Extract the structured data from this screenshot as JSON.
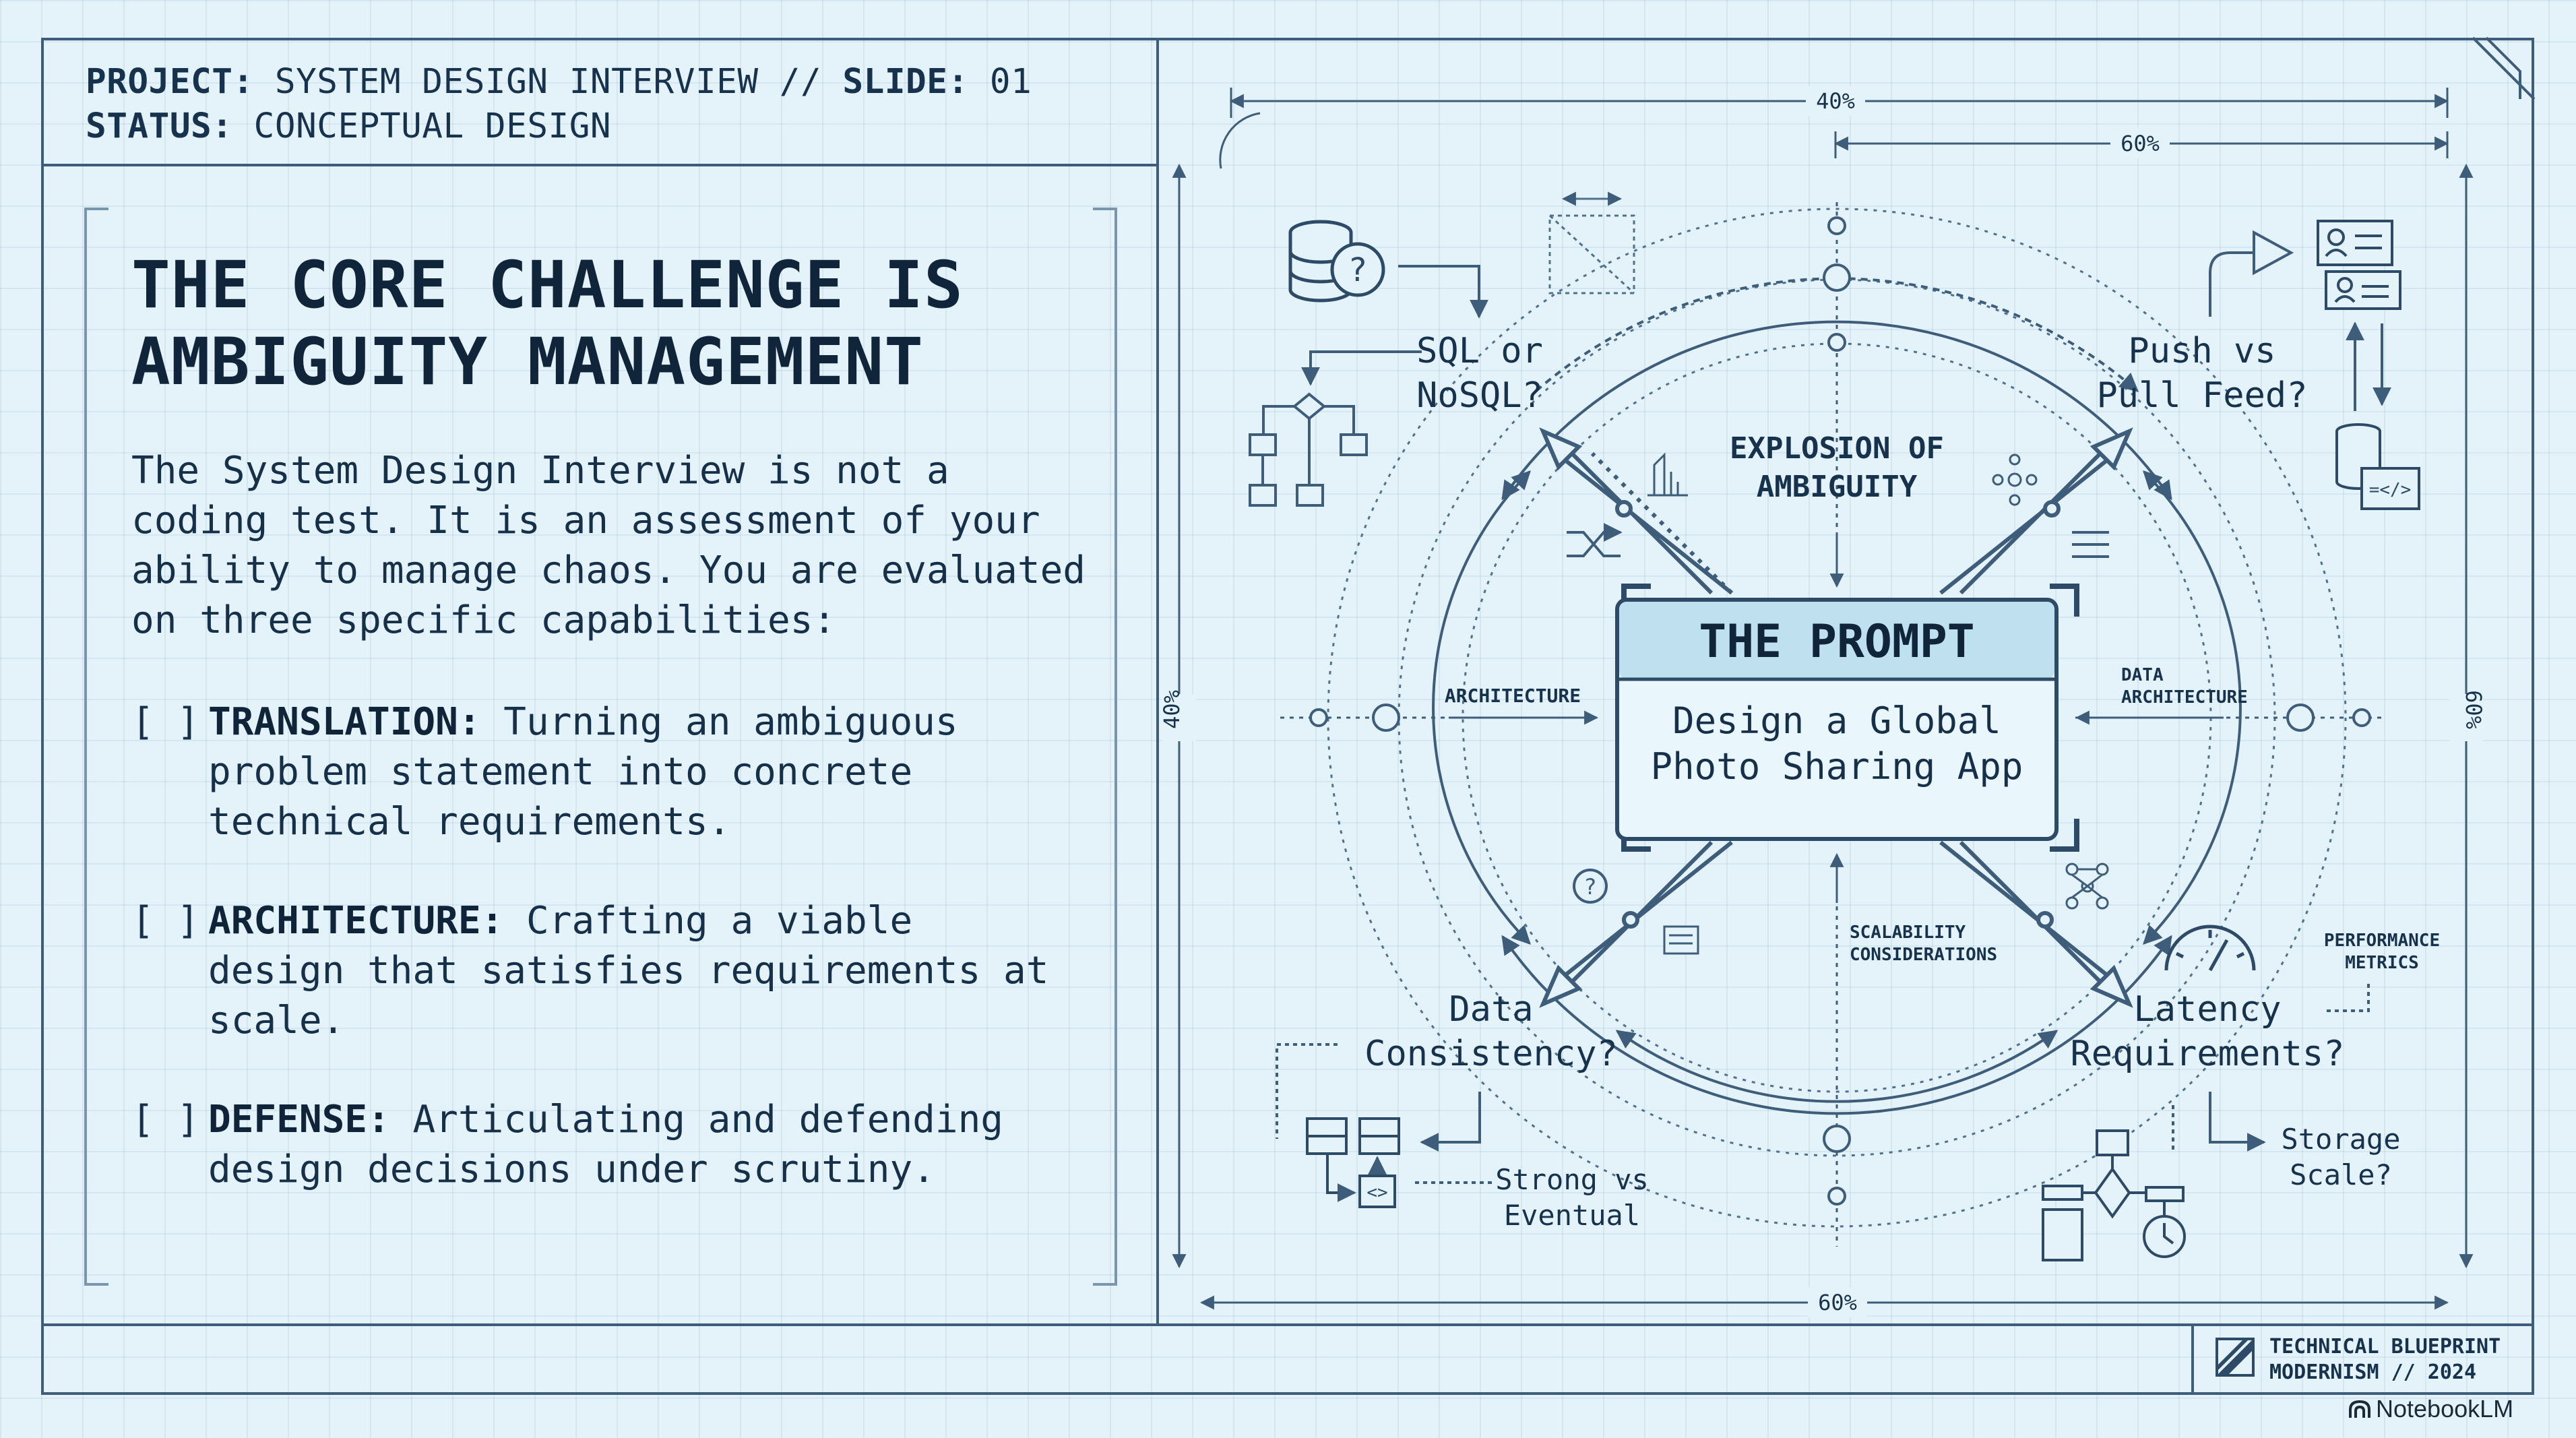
{
  "header": {
    "project_label": "PROJECT:",
    "project_value": "SYSTEM DESIGN INTERVIEW //",
    "slide_label": "SLIDE:",
    "slide_value": "01",
    "status_label": "STATUS:",
    "status_value": "CONCEPTUAL DESIGN"
  },
  "left": {
    "title_lines": [
      "THE CORE CHALLENGE IS",
      "AMBIGUITY MANAGEMENT"
    ],
    "intro_lines": [
      "The System Design Interview is not a",
      "coding test. It is an assessment of your",
      "ability to manage chaos. You are evaluated",
      "on three specific capabilities:"
    ],
    "checkbox": "[ ]",
    "capabilities": [
      {
        "name": "TRANSLATION:",
        "lines": [
          "Turning an ambiguous",
          "problem statement into concrete",
          "technical requirements."
        ]
      },
      {
        "name": "ARCHITECTURE:",
        "lines": [
          "Crafting a viable",
          "design that satisfies requirements at",
          "scale."
        ]
      },
      {
        "name": "DEFENSE:",
        "lines": [
          "Articulating and defending",
          "design decisions under scrutiny."
        ]
      }
    ]
  },
  "diagram": {
    "prompt_title": "THE PROMPT",
    "prompt_lines": [
      "Design a Global",
      "Photo Sharing App"
    ],
    "explosion_lines": [
      "EXPLOSION OF",
      "AMBIGUITY"
    ],
    "sql_lines": [
      "SQL or",
      "NoSQL?"
    ],
    "push_lines": [
      "Push vs",
      "Pull Feed?"
    ],
    "consistency_lines": [
      "Data",
      "Consistency?"
    ],
    "latency_lines": [
      "Latency",
      "Requirements?"
    ],
    "strong_lines": [
      "Strong vs",
      "Eventual"
    ],
    "storage_lines": [
      "Storage",
      "Scale?"
    ],
    "architecture_label": "ARCHITECTURE",
    "data_arch_lines": [
      "DATA",
      "ARCHITECTURE"
    ],
    "scalability_lines": [
      "SCALABILITY",
      "CONSIDERATIONS"
    ],
    "performance_lines": [
      "PERFORMANCE",
      "METRICS"
    ],
    "dim_top_outer": "40%",
    "dim_top_inner": "60%",
    "dim_left": "40%",
    "dim_right": "60%",
    "dim_bottom": "60%"
  },
  "footer": {
    "line1": "TECHNICAL BLUEPRINT",
    "line2": "MODERNISM // 2024",
    "brand": "NotebookLM"
  },
  "colors": {
    "background": "#e4f3f9",
    "ink": "#17324c",
    "line": "#3d5d7a",
    "prompt_header": "#bfe0ee"
  }
}
